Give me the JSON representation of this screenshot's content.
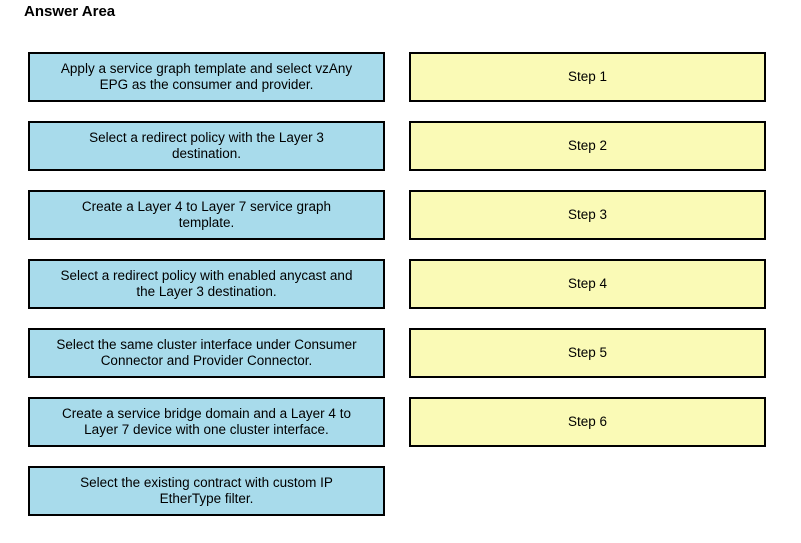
{
  "title": "Answer Area",
  "colors": {
    "option_box_bg": "#a8dbeb",
    "step_box_bg": "#fafab6",
    "border": "#000000"
  },
  "options": [
    {
      "label": "Apply a service graph template and select vzAny\nEPG as the consumer and provider."
    },
    {
      "label": "Select a redirect policy with the Layer 3\ndestination."
    },
    {
      "label": "Create a Layer 4 to Layer 7 service graph\ntemplate."
    },
    {
      "label": "Select a redirect policy with enabled anycast and\nthe Layer 3 destination."
    },
    {
      "label": "Select the same cluster interface under Consumer\nConnector and Provider Connector."
    },
    {
      "label": "Create a service bridge domain and a Layer 4 to\nLayer 7 device with one cluster interface."
    },
    {
      "label": "Select the existing contract with custom IP\nEtherType filter."
    }
  ],
  "steps": [
    {
      "label": "Step 1"
    },
    {
      "label": "Step 2"
    },
    {
      "label": "Step 3"
    },
    {
      "label": "Step 4"
    },
    {
      "label": "Step 5"
    },
    {
      "label": "Step 6"
    }
  ]
}
